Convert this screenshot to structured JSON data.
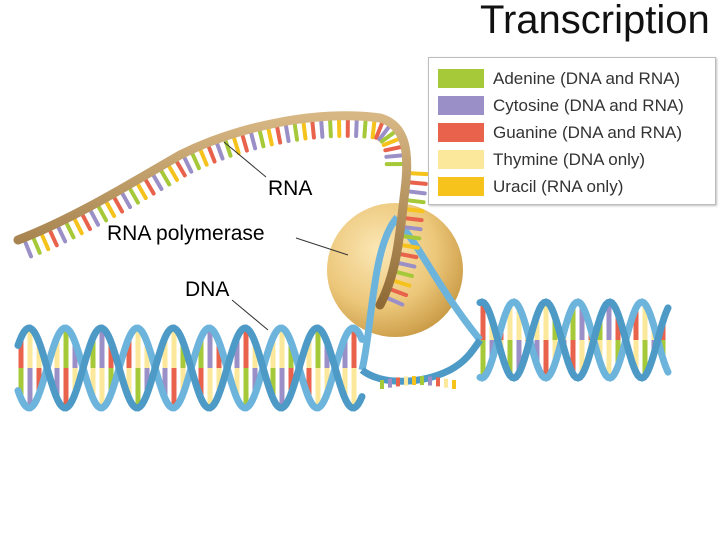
{
  "title": "Transcription",
  "labels": {
    "rna": "RNA",
    "polymerase": "RNA polymerase",
    "dna": "DNA"
  },
  "legend": [
    {
      "label": "Adenine (DNA and RNA)",
      "color": "#a6c93a",
      "icon": "adenine-swatch"
    },
    {
      "label": "Cytosine (DNA and RNA)",
      "color": "#9a8fc6",
      "icon": "cytosine-swatch"
    },
    {
      "label": "Guanine (DNA and RNA)",
      "color": "#e8624c",
      "icon": "guanine-swatch"
    },
    {
      "label": "Thymine (DNA only)",
      "color": "#fbe89a",
      "icon": "thymine-swatch"
    },
    {
      "label": "Uracil (RNA only)",
      "color": "#f6c21c",
      "icon": "uracil-swatch"
    }
  ],
  "colors": {
    "dna_backbone": "#6cb4dc",
    "rna_backbone": "#b08a4e",
    "polymerase": "#e8c475"
  }
}
